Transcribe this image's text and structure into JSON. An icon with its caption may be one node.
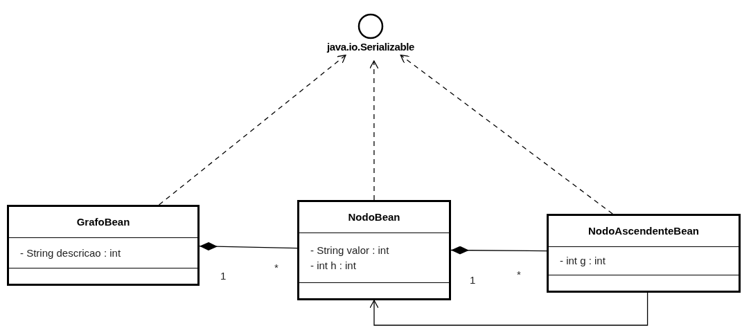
{
  "diagram": {
    "nodes": [
      {
        "text": [
          "java.io.Serializable"
        ]
      },
      {
        "text": [
          "GrafoBean",
          "- String descricao : int"
        ]
      },
      {
        "text": [
          "NodoBean",
          "- String valor : int",
          "- int h : int"
        ]
      },
      {
        "text": [
          "NodoAscendenteBean",
          "- int g : int"
        ]
      }
    ],
    "edges": [
      {
        "from": 1,
        "to": 0,
        "arrow": "to",
        "style": "dashed"
      },
      {
        "from": 2,
        "to": 0,
        "arrow": "to",
        "style": "dashed"
      },
      {
        "from": 3,
        "to": 0,
        "arrow": "to",
        "style": "dashed"
      },
      {
        "from": 1,
        "to": 2,
        "arrow": "other"
      },
      {
        "from": 2,
        "to": 3,
        "arrow": "other"
      },
      {
        "from": 3,
        "to": 2,
        "arrow": "to"
      }
    ],
    "labels": [
      "1",
      "*",
      "1",
      "*"
    ]
  }
}
